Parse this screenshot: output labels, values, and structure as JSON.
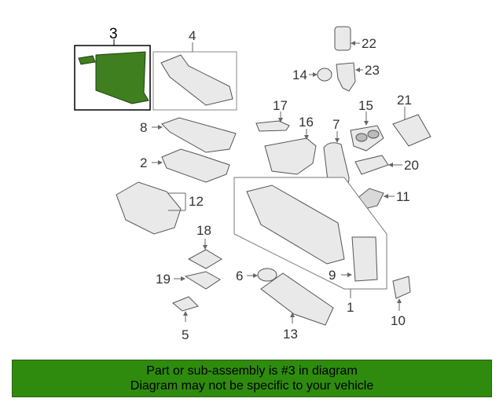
{
  "diagram": {
    "callouts": [
      "1",
      "2",
      "3",
      "4",
      "5",
      "6",
      "7",
      "8",
      "9",
      "10",
      "11",
      "12",
      "13",
      "14",
      "15",
      "16",
      "17",
      "18",
      "19",
      "20",
      "21",
      "22",
      "23"
    ],
    "highlight_color": "#3f7f1f",
    "highlighted_part": "3"
  },
  "footer": {
    "background": "#2e8b0e",
    "line1": "Part or sub-assembly is #3 in diagram",
    "line2": "Diagram may not be specific to your vehicle"
  }
}
